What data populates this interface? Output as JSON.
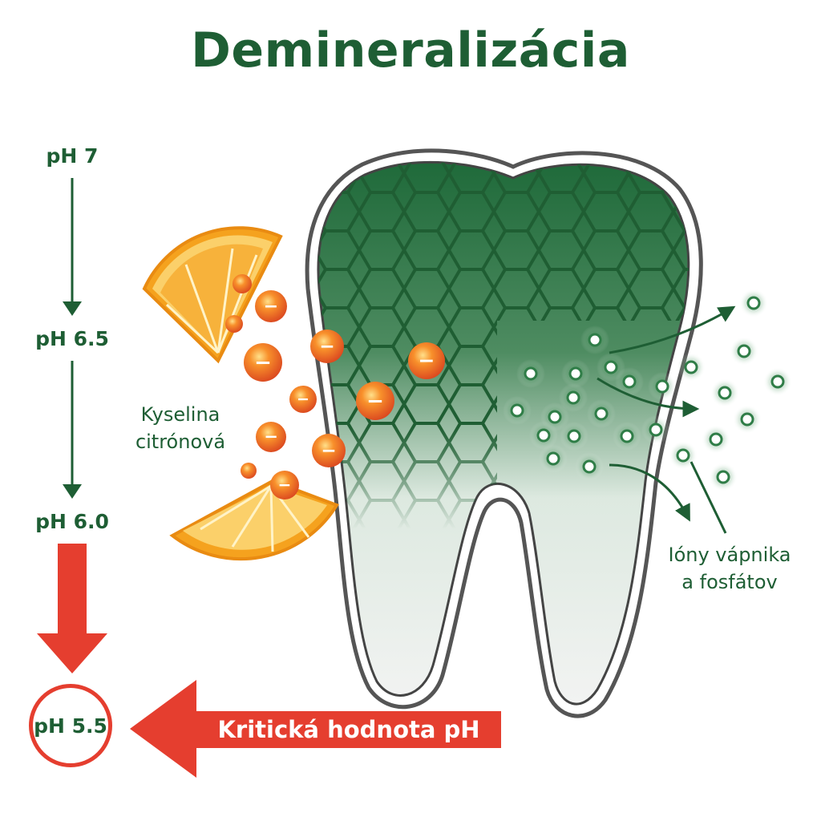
{
  "title": "Demineralizácia",
  "ph_steps": [
    "pH 7",
    "pH 6.5",
    "pH 6.0"
  ],
  "ph_critical": "pH 5.5",
  "critical_label": "Kritická hodnota pH",
  "acid_label_line1": "Kyselina",
  "acid_label_line2": "citrónová",
  "ions_label_line1": "Ióny vápnika",
  "ions_label_line2": "a fosfátov",
  "acid_ion_symbol": "−",
  "colors": {
    "primary_green": "#1e5e34",
    "critical_red": "#e53e2f",
    "orange": "#f5a21e",
    "acid_ion": "#e8572a"
  }
}
